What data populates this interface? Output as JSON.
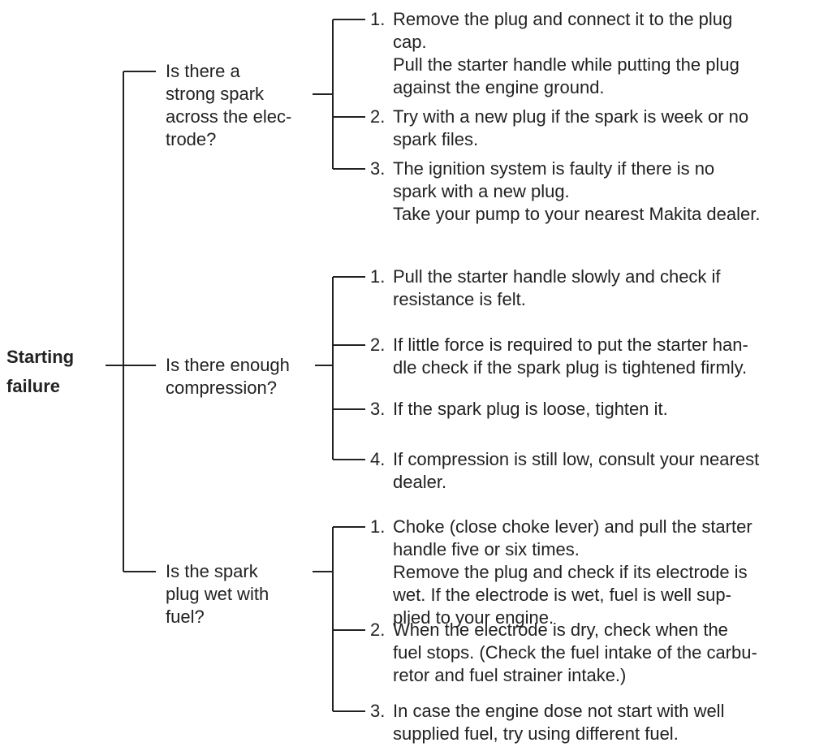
{
  "root": {
    "line1": "Starting",
    "line2": "failure"
  },
  "questions": [
    {
      "text": "Is there a\nstrong spark\nacross the elec-\ntrode?",
      "steps": [
        {
          "num": "1.",
          "text": "Remove the plug and connect it to the plug\ncap.\nPull the starter handle while putting the plug\nagainst the engine ground."
        },
        {
          "num": "2.",
          "text": "Try with a new plug if the spark is week or no\nspark files."
        },
        {
          "num": "3.",
          "text": "The ignition system is faulty if there is no\nspark with a new plug.\nTake your pump to your nearest Makita dealer."
        }
      ]
    },
    {
      "text": "Is there enough\ncompression?",
      "steps": [
        {
          "num": "1.",
          "text": "Pull the starter handle slowly and check if\nresistance is felt."
        },
        {
          "num": "2.",
          "text": "If little force is required to put the starter han-\ndle check if the spark plug is tightened firmly."
        },
        {
          "num": "3.",
          "text": "If the spark plug is loose, tighten it."
        },
        {
          "num": "4.",
          "text": "If compression is still low, consult your nearest\ndealer."
        }
      ]
    },
    {
      "text": "Is the spark\nplug wet with\nfuel?",
      "steps": [
        {
          "num": "1.",
          "text": "Choke (close choke lever) and pull the starter\nhandle five or six times.\nRemove the plug and check if its electrode is\nwet. If the electrode is wet, fuel is well sup-\nplied to your engine."
        },
        {
          "num": "2.",
          "text": "When the electrode is dry, check when the\nfuel stops. (Check the fuel intake of the carbu-\nretor and fuel strainer intake.)"
        },
        {
          "num": "3.",
          "text": "In case the engine dose not start with well\nsupplied fuel, try using different fuel."
        }
      ]
    }
  ]
}
